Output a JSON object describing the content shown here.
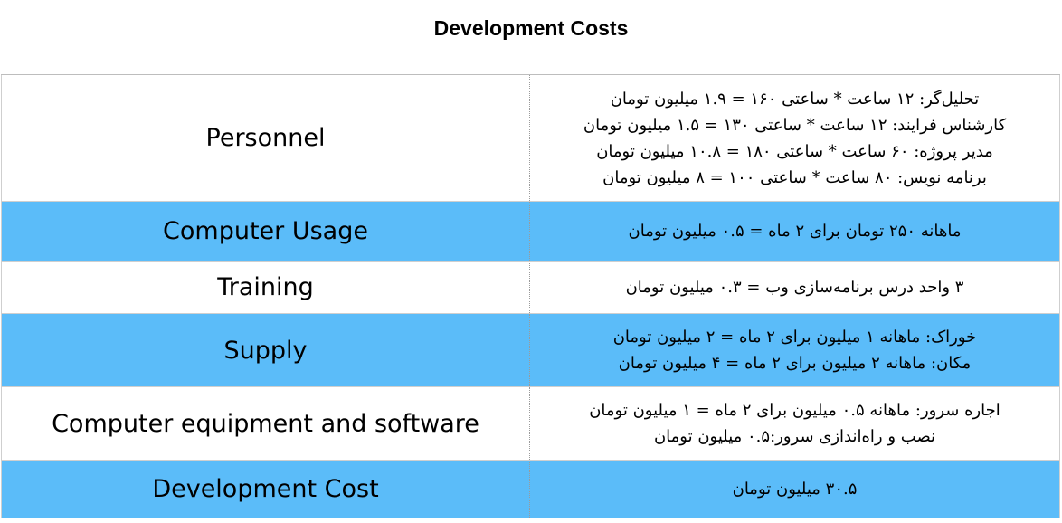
{
  "title": "Development Costs",
  "rows": [
    {
      "label": "Personnel",
      "lines": [
        "تحلیل‌گر: ۱۲ ساعت * ساعتی ۱۶۰ = ۱.۹ میلیون تومان",
        "کارشناس فرایند: ۱۲ ساعت * ساعتی ۱۳۰ = ۱.۵ میلیون تومان",
        "مدیر پروژه: ۶۰ ساعت * ساعتی ۱۸۰ = ۱۰.۸ میلیون تومان",
        "برنامه نویس: ۸۰ ساعت * ساعتی ۱۰۰ = ۸ میلیون تومان"
      ]
    },
    {
      "label": "Computer Usage",
      "lines": [
        "ماهانه ۲۵۰ تومان برای ۲ ماه = ۰.۵ میلیون تومان"
      ]
    },
    {
      "label": "Training",
      "lines": [
        "۳ واحد درس برنامه‌سازی وب = ۰.۳ میلیون تومان"
      ]
    },
    {
      "label": "Supply",
      "lines": [
        "خوراک: ماهانه ۱ میلیون برای ۲ ماه = ۲ میلیون تومان",
        "مکان: ماهانه ۲ میلیون برای ۲ ماه = ۴ میلیون تومان"
      ]
    },
    {
      "label": "Computer equipment and software",
      "lines": [
        "اجاره سرور: ماهانه ۰.۵ میلیون برای ۲ ماه =  ۱ میلیون تومان",
        "نصب و راه‌اندازی سرور:۰.۵ میلیون تومان"
      ]
    },
    {
      "label": "Development Cost",
      "lines": [
        "۳۰.۵ میلیون تومان"
      ]
    }
  ],
  "colors": {
    "highlight_row": "#5bbcf9",
    "plain_row": "#ffffff"
  }
}
